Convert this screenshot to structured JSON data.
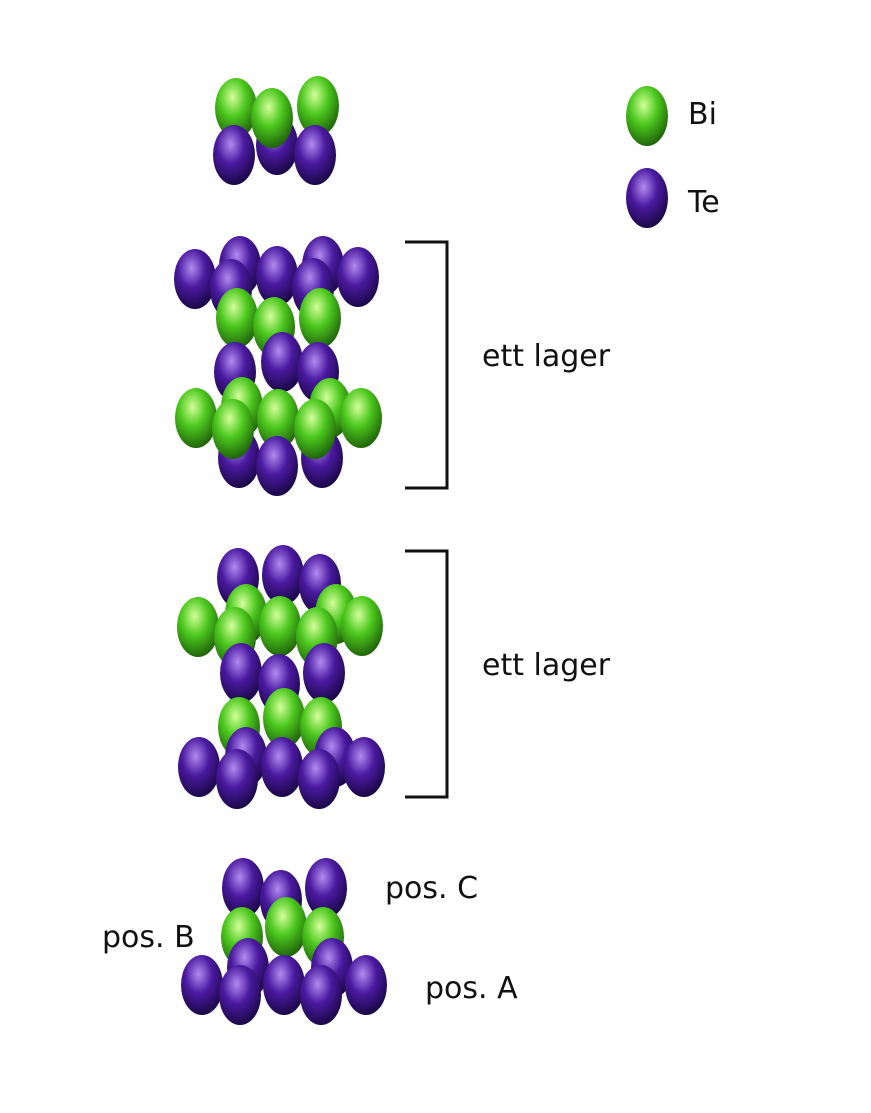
{
  "colors": {
    "bi": "#4cc81e",
    "bi_light": "#d4ff9a",
    "bi_dark": "#1c5a08",
    "te": "#4a1aa0",
    "te_light": "#b38af0",
    "te_dark": "#16053e",
    "bracket": "#111111"
  },
  "legend": {
    "bi_label": "Bi",
    "te_label": "Te"
  },
  "layers": {
    "upper_label": "ett lager",
    "lower_label": "ett lager"
  },
  "positions": {
    "c_label": "pos. C",
    "b_label": "pos. B",
    "a_label": "pos. A"
  }
}
